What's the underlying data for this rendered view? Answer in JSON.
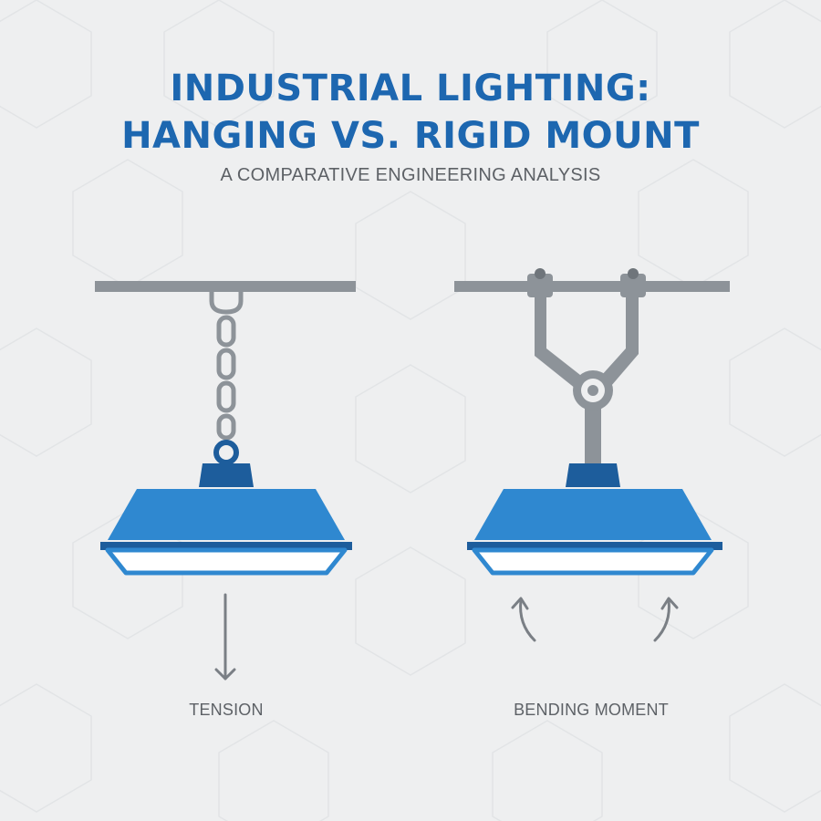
{
  "header": {
    "title_line_1": "INDUSTRIAL LIGHTING:",
    "title_line_2": "HANGING VS. RIGID MOUNT",
    "subtitle": "A COMPARATIVE ENGINEERING ANALYSIS"
  },
  "panels": [
    {
      "id": "hanging",
      "caption": "TENSION",
      "force_arrow": "downward-arrow"
    },
    {
      "id": "rigid",
      "caption": "BENDING MOMENT",
      "force_arrow": "curved-upward-arrows"
    }
  ],
  "colors": {
    "title": "#1d67b0",
    "lamp_body": "#2f88d0",
    "lamp_cap": "#1d5d9c",
    "hardware_gray": "#8d9399",
    "text_gray": "#5d6166",
    "background": "#eeeff0"
  }
}
